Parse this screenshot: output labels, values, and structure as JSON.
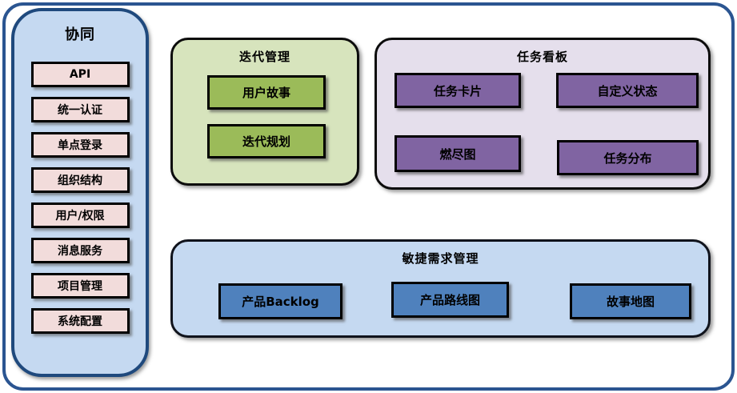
{
  "diagram": {
    "sidebar": {
      "title": "协同",
      "items": [
        "API",
        "统一认证",
        "单点登录",
        "组织结构",
        "用户/权限",
        "消息服务",
        "项目管理",
        "系统配置"
      ]
    },
    "iteration": {
      "title": "迭代管理",
      "items": [
        "用户故事",
        "迭代规划"
      ]
    },
    "kanban": {
      "title": "任务看板",
      "items": [
        "任务卡片",
        "自定义状态",
        "燃尽图",
        "任务分布"
      ]
    },
    "requirements": {
      "title": "敏捷需求管理",
      "items": [
        "产品Backlog",
        "产品路线图",
        "故事地图"
      ]
    },
    "colors": {
      "outer_border": "#2b5591",
      "sidebar_bg": "#c5d9f1",
      "sidebar_border": "#1f497d",
      "sidebar_item_bg": "#f2dcdb",
      "iteration_section_bg": "#d7e4bd",
      "iteration_card_bg": "#9bbb59",
      "kanban_section_bg": "#e5dfec",
      "kanban_card_bg": "#8064a2",
      "requirements_section_bg": "#c5d9f1",
      "requirements_card_bg": "#4f81bd",
      "card_border": "#000000",
      "text": "#000000"
    }
  }
}
